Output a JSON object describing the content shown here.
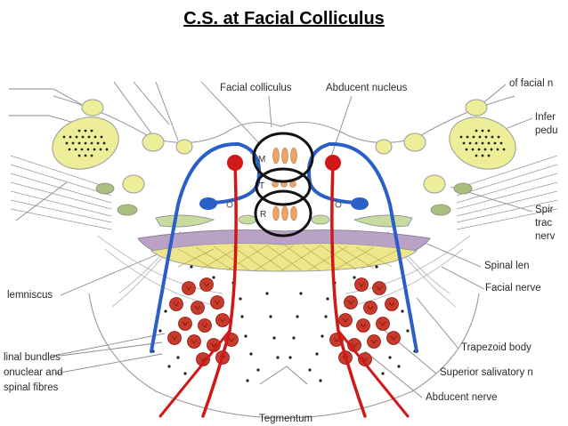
{
  "title": "C.S. at Facial Colliculus",
  "labels": {
    "facial_colliculus": "Facial colliculus",
    "abducent_nucleus": "Abducent nucleus",
    "of_facial": "of facial n",
    "infer": "Infer",
    "pedu": "pedu",
    "spir": "Spir",
    "trac": "trac",
    "nerv": "nerv",
    "spinal_lem": "Spinal len",
    "lemniscus": "lemniscus",
    "facial_nerve": "Facial nerve",
    "trapezoid_body": "Trapezoid body",
    "superior_salivatory": "Superior salivatory n",
    "abducent_nerve": "Abducent nerve",
    "tegmentum": "Tegmentum",
    "linal_bundles": "linal bundles",
    "onuclear_and": "onuclear and",
    "spinal_fibres": "spinal fibres",
    "marker_m": "M",
    "marker_t": "T",
    "marker_r": "R"
  },
  "colors": {
    "nerve_blue": "#2a5fc8",
    "tract_red": "#d01818",
    "nucleus_yellow": "#eeee99",
    "tract_green": "#a9bf7e",
    "lemniscus_purple": "#b9a2c6",
    "trapezoid_yellow": "#ede68a",
    "orange_nuclei": "#e9a46a",
    "outline_gray": "#9a9a9a"
  }
}
